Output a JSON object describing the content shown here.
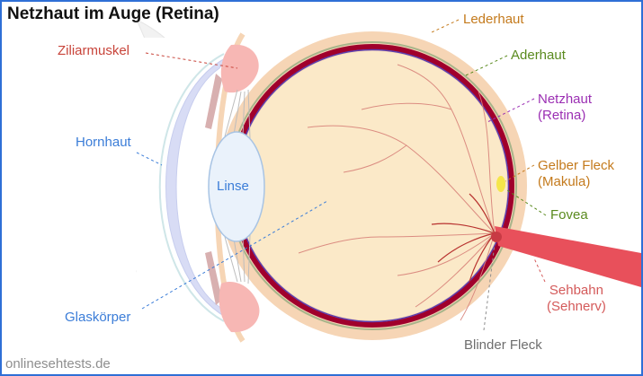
{
  "title": "Netzhaut im Auge (Retina)",
  "labels": {
    "ziliarmuskel": "Ziliarmuskel",
    "hornhaut": "Hornhaut",
    "linse": "Linse",
    "glaskoerper": "Glaskörper",
    "lederhaut": "Lederhaut",
    "aderhaut": "Aderhaut",
    "netzhaut": "Netzhaut",
    "retina": "(Retina)",
    "gelber_fleck": "Gelber Fleck",
    "makula": "(Makula)",
    "fovea": "Fovea",
    "sehbahn": "Sehbahn",
    "sehnerv": "(Sehnerv)",
    "blinder_fleck": "Blinder Fleck"
  },
  "footer": "onlinesehtests.de",
  "colors": {
    "frame": "#2f6fd6",
    "vitreous": "#fbe9c8",
    "sclera": "#f6d5b5",
    "choroid_line": "#9a9a9a",
    "retina": "#a0002c",
    "retina_inner": "#5a3fb0",
    "ciliary": "#f7b7b4",
    "cornea": "#d8dcf5",
    "lens": "#eaf2fb",
    "macula": "#f5e64a",
    "nerve": "#e8505b",
    "vessels": "#d8837a",
    "label_red": "#c8443a",
    "label_blue": "#3b7dd8",
    "label_orange": "#c47a1c",
    "label_green": "#5a8a1e",
    "label_purple": "#9b2fb3",
    "label_gray": "#6e6e6e",
    "label_rose": "#d45a5a"
  }
}
